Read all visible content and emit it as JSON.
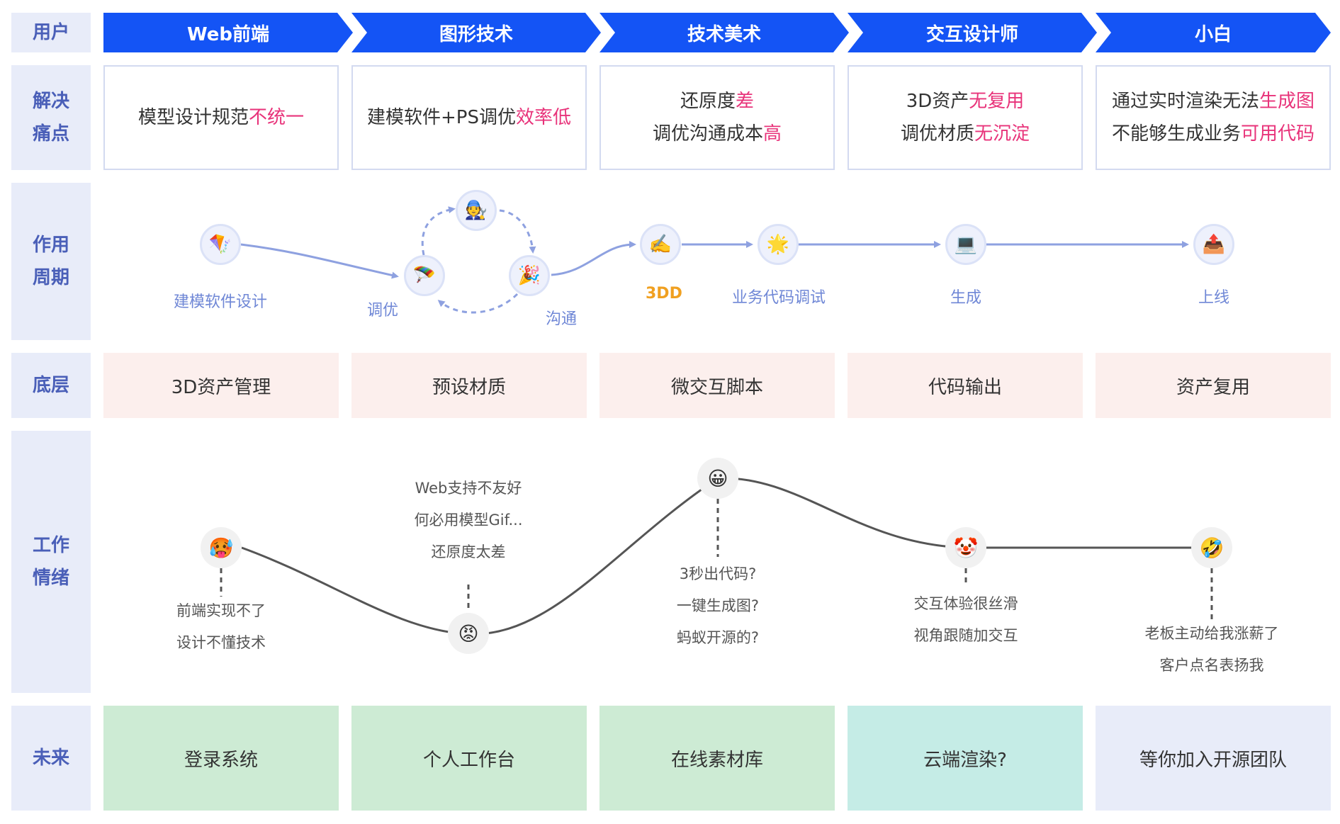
{
  "rows": {
    "user": [
      "用户"
    ],
    "pain": [
      "解决",
      "痛点"
    ],
    "cycle": [
      "作用",
      "周期"
    ],
    "base": [
      "底层"
    ],
    "emotion": [
      "工作",
      "情绪"
    ],
    "future": [
      "未来"
    ]
  },
  "users": [
    "Web前端",
    "图形技术",
    "技术美术",
    "交互设计师",
    "小白"
  ],
  "pain_points": [
    {
      "lines": [
        {
          "normal": "模型设计规范",
          "red": "不统一"
        }
      ]
    },
    {
      "lines": [
        {
          "normal": "建模软件+PS调优",
          "red": "效率低"
        }
      ]
    },
    {
      "lines": [
        {
          "normal": "还原度",
          "red": "差"
        },
        {
          "normal": "调优沟通成本",
          "red": "高"
        }
      ]
    },
    {
      "lines": [
        {
          "normal": "3D资产",
          "red": "无复用"
        },
        {
          "normal": "调优材质",
          "red": "无沉淀"
        }
      ]
    },
    {
      "lines": [
        {
          "normal": "通过实时渲染无法",
          "red": "生成图"
        },
        {
          "normal": "不能够生成业务",
          "red": "可用代码"
        }
      ]
    }
  ],
  "cycle": {
    "steps": [
      {
        "label": "建模软件设计",
        "icon": "kite-icon",
        "glyph": "🪁"
      },
      {
        "label": "调优",
        "icon": "parachute-icon",
        "glyph": "🪂"
      },
      {
        "label": "",
        "icon": "person-icon",
        "glyph": "🧑‍🔧"
      },
      {
        "label": "沟通",
        "icon": "party-popper-icon",
        "glyph": "🎉"
      },
      {
        "label": "3DD",
        "icon": "writing-hand-icon",
        "glyph": "✍️"
      },
      {
        "label": "业务代码调试",
        "icon": "sun-icon",
        "glyph": "🌟"
      },
      {
        "label": "生成",
        "icon": "laptop-icon",
        "glyph": "💻"
      },
      {
        "label": "上线",
        "icon": "upload-icon",
        "glyph": "📤"
      }
    ],
    "colors": {
      "line": "#8ea1e0",
      "label": "#6f87d6",
      "highlight": "#f0a020"
    }
  },
  "base": [
    "3D资产管理",
    "预设材质",
    "微交互脚本",
    "代码输出",
    "资产复用"
  ],
  "emotions": [
    {
      "icon": "hot-face-icon",
      "glyph": "🥵",
      "lines": [
        "前端实现不了",
        "设计不懂技术"
      ]
    },
    {
      "icon": "angry-face-icon",
      "glyph": "😡",
      "lines": [
        "Web支持不友好",
        "何必用模型Gif...",
        "还原度太差"
      ]
    },
    {
      "icon": "grinning-face-icon",
      "glyph": "😀",
      "lines": [
        "3秒出代码?",
        "一键生成图?",
        "蚂蚁开源的?"
      ]
    },
    {
      "icon": "clown-face-icon",
      "glyph": "🤡",
      "lines": [
        "交互体验很丝滑",
        "视角跟随加交互"
      ]
    },
    {
      "icon": "laughing-face-icon",
      "glyph": "🤣",
      "lines": [
        "老板主动给我涨薪了",
        "客户点名表扬我"
      ]
    }
  ],
  "future": [
    {
      "label": "登录系统",
      "color": "#cdebd4"
    },
    {
      "label": "个人工作台",
      "color": "#cdebd4"
    },
    {
      "label": "在线素材库",
      "color": "#cdebd4"
    },
    {
      "label": "云端渲染?",
      "color": "#c5ece6"
    },
    {
      "label": "等你加入开源团队",
      "color": "#e8ecf9"
    }
  ],
  "colors": {
    "chevron": "#1454f5",
    "red": "#e8337a",
    "row_label_bg": "#e8ecf9",
    "row_label_text": "#4a5fb8",
    "base_bg": "#fcefed",
    "emotion_line": "#555555"
  }
}
